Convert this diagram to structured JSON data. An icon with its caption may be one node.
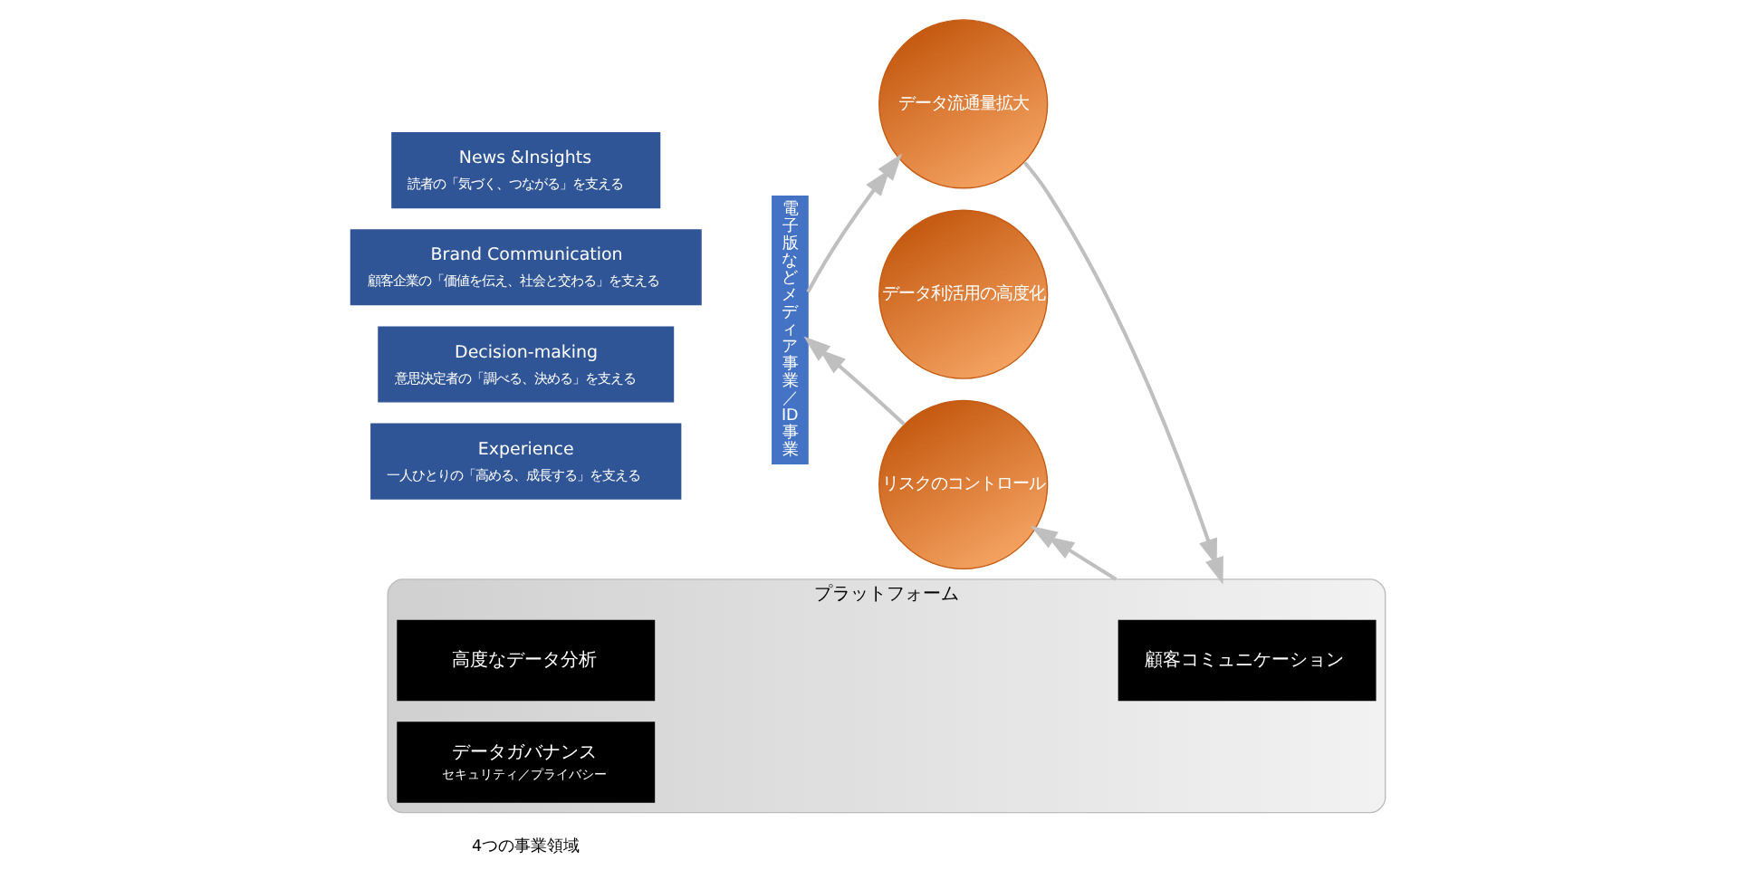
{
  "diagram": {
    "nodes": [
      {
        "text": [
          "News &Insights",
          "読者の「気づく、つながる」を支える"
        ]
      },
      {
        "text": [
          "Brand Communication",
          "顧客企業の「価値を伝え、社会と交わる」を支える"
        ]
      },
      {
        "text": [
          "Decision-making",
          "意思決定者の「調べる、決める」を支える"
        ]
      },
      {
        "text": [
          "Experience",
          "一人ひとりの「高める、成長する」を支える"
        ]
      },
      {
        "text": [
          "電子版などメディア事業／ID事業"
        ]
      },
      {
        "text": [
          "データ流通量拡大"
        ]
      },
      {
        "text": [
          "データ利活用の高度化"
        ]
      },
      {
        "text": [
          "リスクのコントロール"
        ]
      },
      {
        "text": [
          "プラットフォーム"
        ]
      },
      {
        "text": [
          "顧客コミュニケーション"
        ],
        "in": 8
      },
      {
        "text": [
          "高度なデータ分析"
        ],
        "in": 8
      },
      {
        "text": [
          "データガバナンス",
          "セキュリティ／プライバシー"
        ],
        "in": 8
      }
    ],
    "edges": [
      {
        "from": 4,
        "to": 5,
        "arrow": "to"
      },
      {
        "from": 5,
        "to": 8,
        "arrow": "to"
      },
      {
        "from": 8,
        "to": 7,
        "arrow": "to"
      },
      {
        "from": 7,
        "to": 4,
        "arrow": "to"
      }
    ],
    "labels": [
      "4つの事業領域"
    ]
  }
}
